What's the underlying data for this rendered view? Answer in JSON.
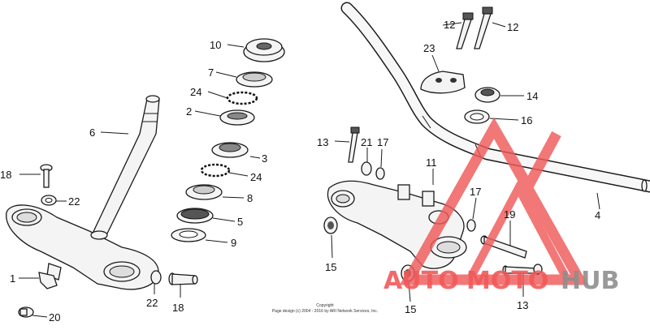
{
  "labels": {
    "p1": "1",
    "p2": "2",
    "p3": "3",
    "p4": "4",
    "p5": "5",
    "p6": "6",
    "p7": "7",
    "p8": "8",
    "p9": "9",
    "p10": "10",
    "p11": "11",
    "p12a": "12",
    "p12b": "12",
    "p13a": "13",
    "p13b": "13",
    "p14": "14",
    "p15a": "15",
    "p15b": "15",
    "p16": "16",
    "p17a": "17",
    "p17b": "17",
    "p18a": "18",
    "p18b": "18",
    "p19": "19",
    "p20": "20",
    "p21": "21",
    "p22a": "22",
    "p22b": "22",
    "p23": "23",
    "p24a": "24",
    "p24b": "24"
  },
  "copyright": {
    "line1": "Copyright",
    "line2": "Page design (c) 2004 - 2016 by ARI Network Services, Inc."
  },
  "watermark": {
    "auto": "AUTO",
    "moto": "MOTO",
    "hub": "HUB"
  },
  "colors": {
    "watermark_red": "#f05a5a",
    "watermark_gray": "#8e8e8e"
  }
}
